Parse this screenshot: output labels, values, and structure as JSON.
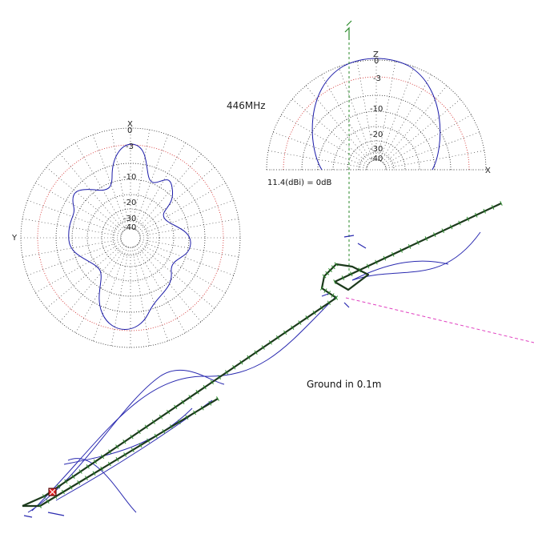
{
  "frequency_label": "446MHz",
  "gain_reference_label": "11.4(dBi) = 0dB",
  "ground_label": "Ground in 0.1m",
  "azimuth_plot": {
    "top_axis_label": "X",
    "left_axis_label": "Y",
    "ring_labels": [
      "0",
      "-3",
      "-10",
      "-20",
      "-30",
      "-40"
    ]
  },
  "elevation_plot": {
    "top_axis_label": "Z",
    "right_axis_label": "X",
    "ring_labels": [
      "0",
      "-3",
      "-10",
      "-20",
      "-30",
      "-40"
    ]
  },
  "colors": {
    "pattern": "#1a1aa8",
    "grid": "#222222",
    "minus3_ring": "#d22020",
    "antenna_wire": "#1c3a1c",
    "segment_ticks": "#2a8a2a",
    "current": "#2a2ab0",
    "ground_ray": "#e040c0",
    "feed": "#e02020"
  }
}
